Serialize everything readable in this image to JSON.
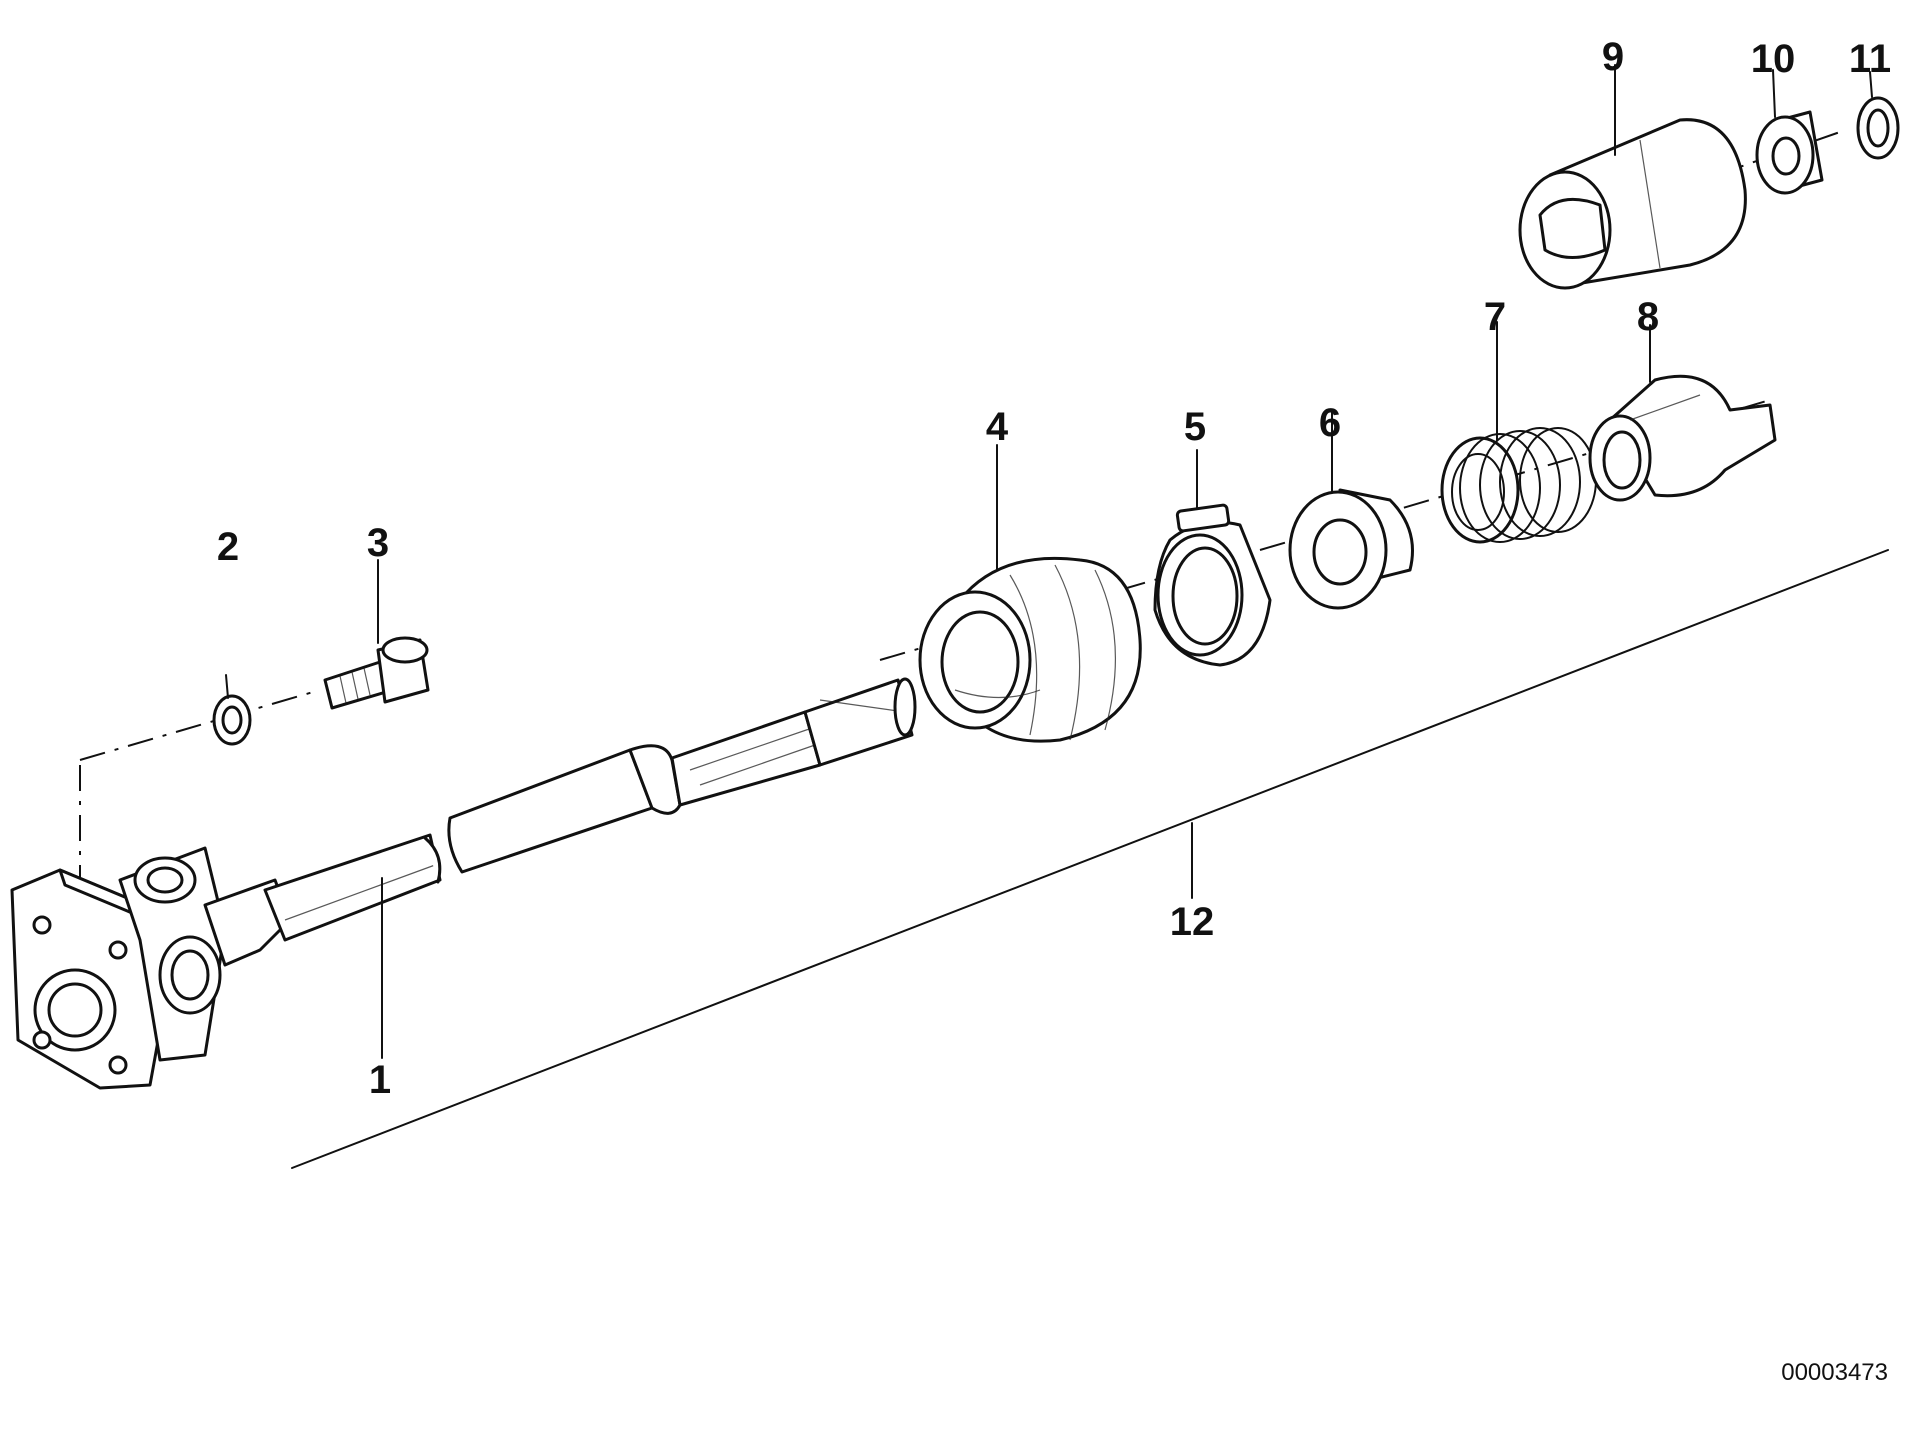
{
  "drawing_number": "00003473",
  "parts": [
    {
      "num": "1",
      "name": "steering-shaft"
    },
    {
      "num": "2",
      "name": "lock-washer"
    },
    {
      "num": "3",
      "name": "clamp-bolt"
    },
    {
      "num": "4",
      "name": "rubber-boot"
    },
    {
      "num": "5",
      "name": "hose-clamp"
    },
    {
      "num": "6",
      "name": "bushing"
    },
    {
      "num": "7",
      "name": "compression-spring"
    },
    {
      "num": "8",
      "name": "splined-sleeve"
    },
    {
      "num": "9",
      "name": "slotted-sleeve"
    },
    {
      "num": "10",
      "name": "thrust-ring"
    },
    {
      "num": "11",
      "name": "circlip"
    },
    {
      "num": "12",
      "name": "bracket-line"
    }
  ]
}
